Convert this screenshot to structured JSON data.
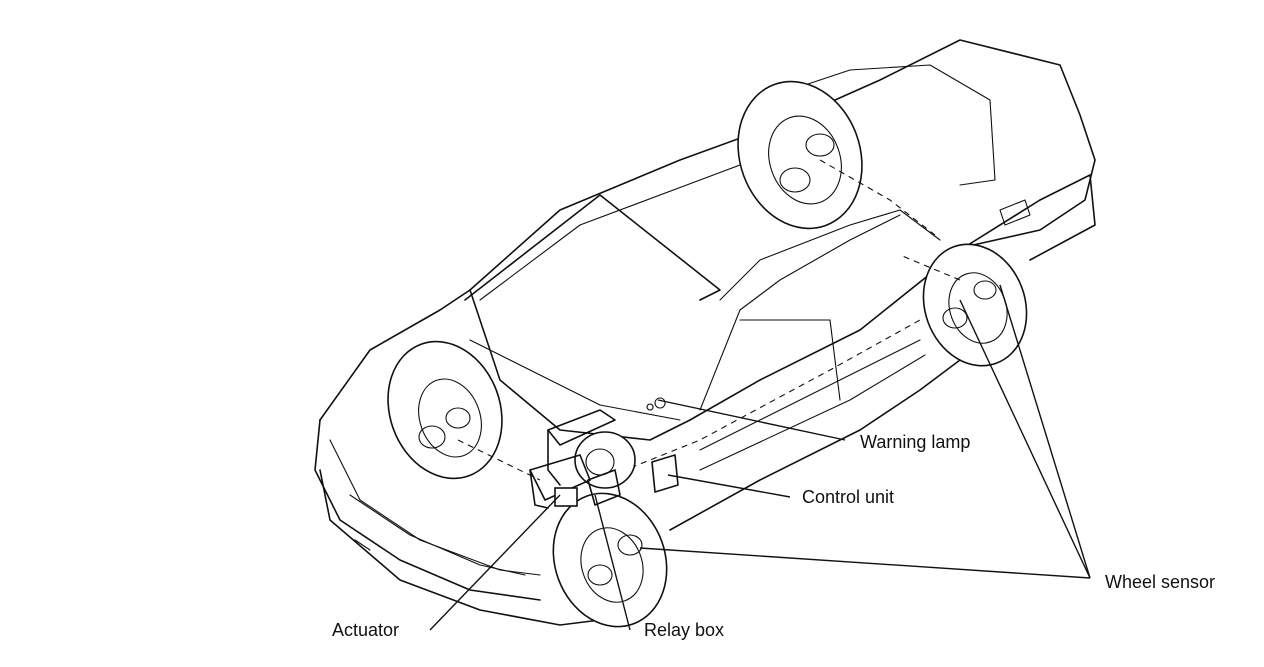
{
  "labels": {
    "warning_lamp": "Warning lamp",
    "control_unit": "Control unit",
    "wheel_sensor": "Wheel sensor",
    "actuator": "Actuator",
    "relay_box": "Relay box"
  }
}
